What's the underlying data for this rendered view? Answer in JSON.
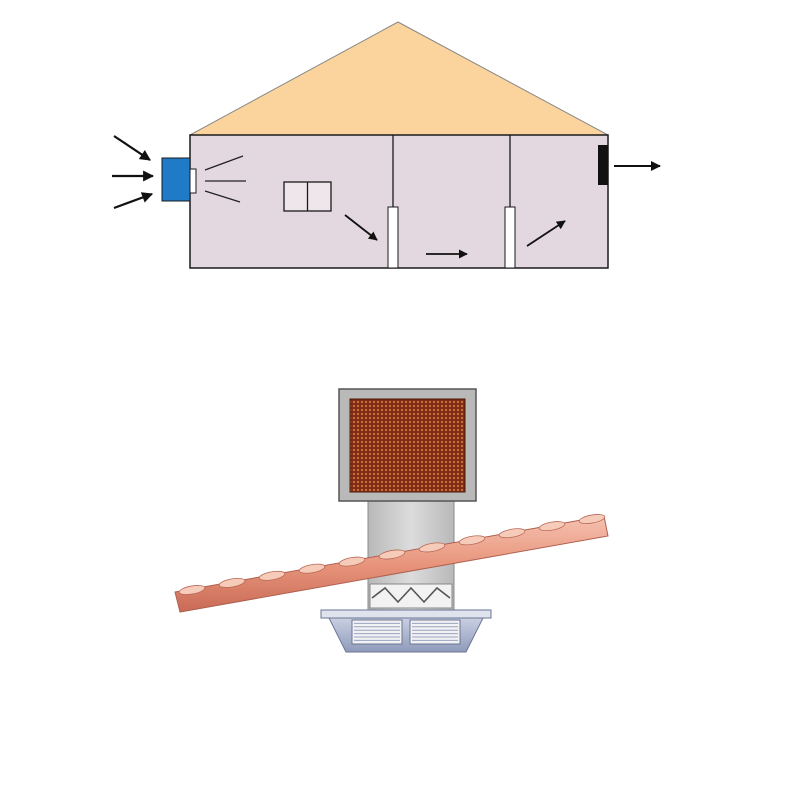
{
  "colors": {
    "background": "#ffffff",
    "roof": "#fad49c",
    "interior": "#e4d8e0",
    "outline": "#1a1a1a",
    "cooler": "#1f7bc8",
    "exhaust": "#111111",
    "arrow": "#111111",
    "cooler_housing": "#b7b7b7",
    "cooler_pad": "#7a2a12",
    "cooler_pad_grid": "#c96a3c",
    "duct": "#cfcfcf",
    "roof_tile": "#e8957c",
    "roof_tile_shade": "#c96a55",
    "diffuser": "#9aa6c4",
    "diffuser_grille": "#f2f2f4"
  },
  "diagrams": [
    {
      "name": "house-airflow-diagram",
      "icons": [
        "inflow-arrow",
        "evaporative-cooler-icon",
        "cool-air-diffuser-icon",
        "window-icon",
        "partition-wall",
        "door-gap",
        "flow-arrow",
        "exhaust-vent-icon",
        "outflow-arrow"
      ]
    },
    {
      "name": "roof-cooler-diagram",
      "icons": [
        "cooler-housing",
        "cooler-pad",
        "supply-duct",
        "flexible-joint",
        "roof-tiles",
        "ceiling-diffuser-icon"
      ]
    }
  ]
}
